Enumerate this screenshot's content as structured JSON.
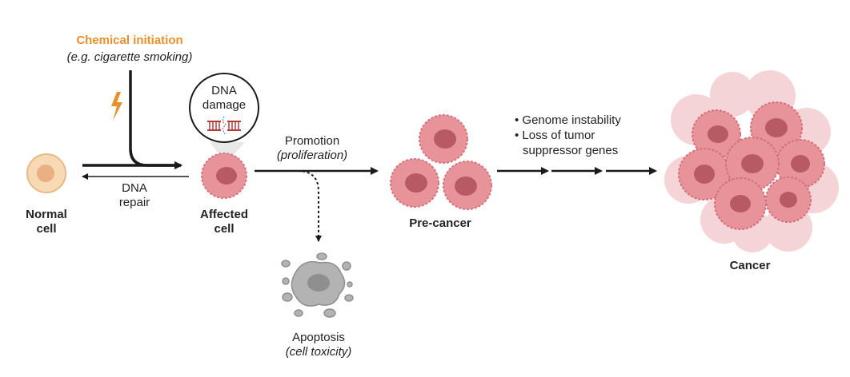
{
  "initiation": {
    "title": "Chemical initiation",
    "subtitle": "(e.g. cigarette smoking)"
  },
  "cells": {
    "normal": [
      "Normal",
      "cell"
    ],
    "affected": [
      "Affected",
      "cell"
    ],
    "precancer": "Pre-cancer",
    "cancer": "Cancer"
  },
  "bubble": [
    "DNA",
    "damage"
  ],
  "repair": [
    "DNA",
    "repair"
  ],
  "promotion": {
    "title": "Promotion",
    "subtitle": "(proliferation)"
  },
  "apoptosis": {
    "title": "Apoptosis",
    "subtitle": "(cell toxicity)"
  },
  "progression": [
    "Genome instability",
    "Loss of tumor",
    "suppressor genes"
  ],
  "colors": {
    "initiation": "#e8902a",
    "cell_fill": "#e8939a",
    "nucleus": "#b85a64",
    "normal_cell": "#f7d9b4",
    "dead_cell": "#b3b3b3",
    "arrow": "#1a1a1a"
  }
}
